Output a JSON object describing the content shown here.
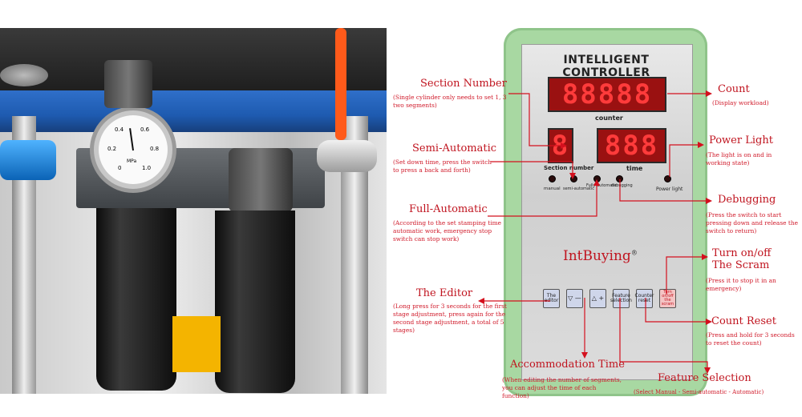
{
  "panel": {
    "header": "INTELLIGENT CONTROLLER",
    "count_display": "88888",
    "counter_label": "counter",
    "section_display": "8",
    "time_display": "888",
    "section_number_label": "Section number",
    "time_label": "time",
    "mode_labels": [
      "manual",
      "semi-automatic",
      "Fully automatic",
      "debugging"
    ],
    "power_light_label": "Power light",
    "brand": "IntBuying",
    "registered_mark": "®",
    "keys": [
      {
        "label": "The editor"
      },
      {
        "label": "▽ —"
      },
      {
        "label": "△ +"
      },
      {
        "label": "Feature selection"
      },
      {
        "label": "Counter reset"
      },
      {
        "label": "Turn on/off the scram"
      }
    ]
  },
  "gauge": {
    "unit": "MPa",
    "ticks": [
      "0",
      "0.2",
      "0.4",
      "0.6",
      "0.8",
      "1.0"
    ]
  },
  "annotations": {
    "section_number": {
      "title": "Section Number",
      "desc": "(Single cylinder only needs to set 1, 3 two segments)"
    },
    "semi_automatic": {
      "title": "Semi-Automatic",
      "desc": "(Set down time, press the switch to press a back and forth)"
    },
    "full_automatic": {
      "title": "Full-Automatic",
      "desc": "(According to the set stamping time automatic work, emergency stop switch can stop work)"
    },
    "the_editor": {
      "title": "The Editor",
      "desc": "(Long press for 3 seconds for the first stage adjustment, press again for the second stage adjustment, a total of 5 stages)"
    },
    "accommodation_time": {
      "title": "Accommodation Time",
      "desc": "(When editing the number of segments, you can adjust the time of each function)"
    },
    "count": {
      "title": "Count",
      "desc": "(Display workload)"
    },
    "power_light": {
      "title": "Power Light",
      "desc": "(The light is on and in working state)"
    },
    "debugging": {
      "title": "Debugging",
      "desc": "(Press the switch to start pressing down and release the switch to return)"
    },
    "scram": {
      "title_line1": "Turn on/off",
      "title_line2": "The Scram",
      "desc": "(Press it to stop it in an emergency)"
    },
    "count_reset": {
      "title": "Count Reset",
      "desc": "(Press and hold for 3 seconds to reset the count)"
    },
    "feature_selection": {
      "title": "Feature Selection",
      "desc": "(Select Manual - Semi-automatic - Automatic)"
    }
  },
  "colors": {
    "annotation": "#c0141f",
    "controller_frame": "#a8d8a2",
    "led": "#ff3b3b",
    "machine_blue": "#1e5bb0"
  }
}
